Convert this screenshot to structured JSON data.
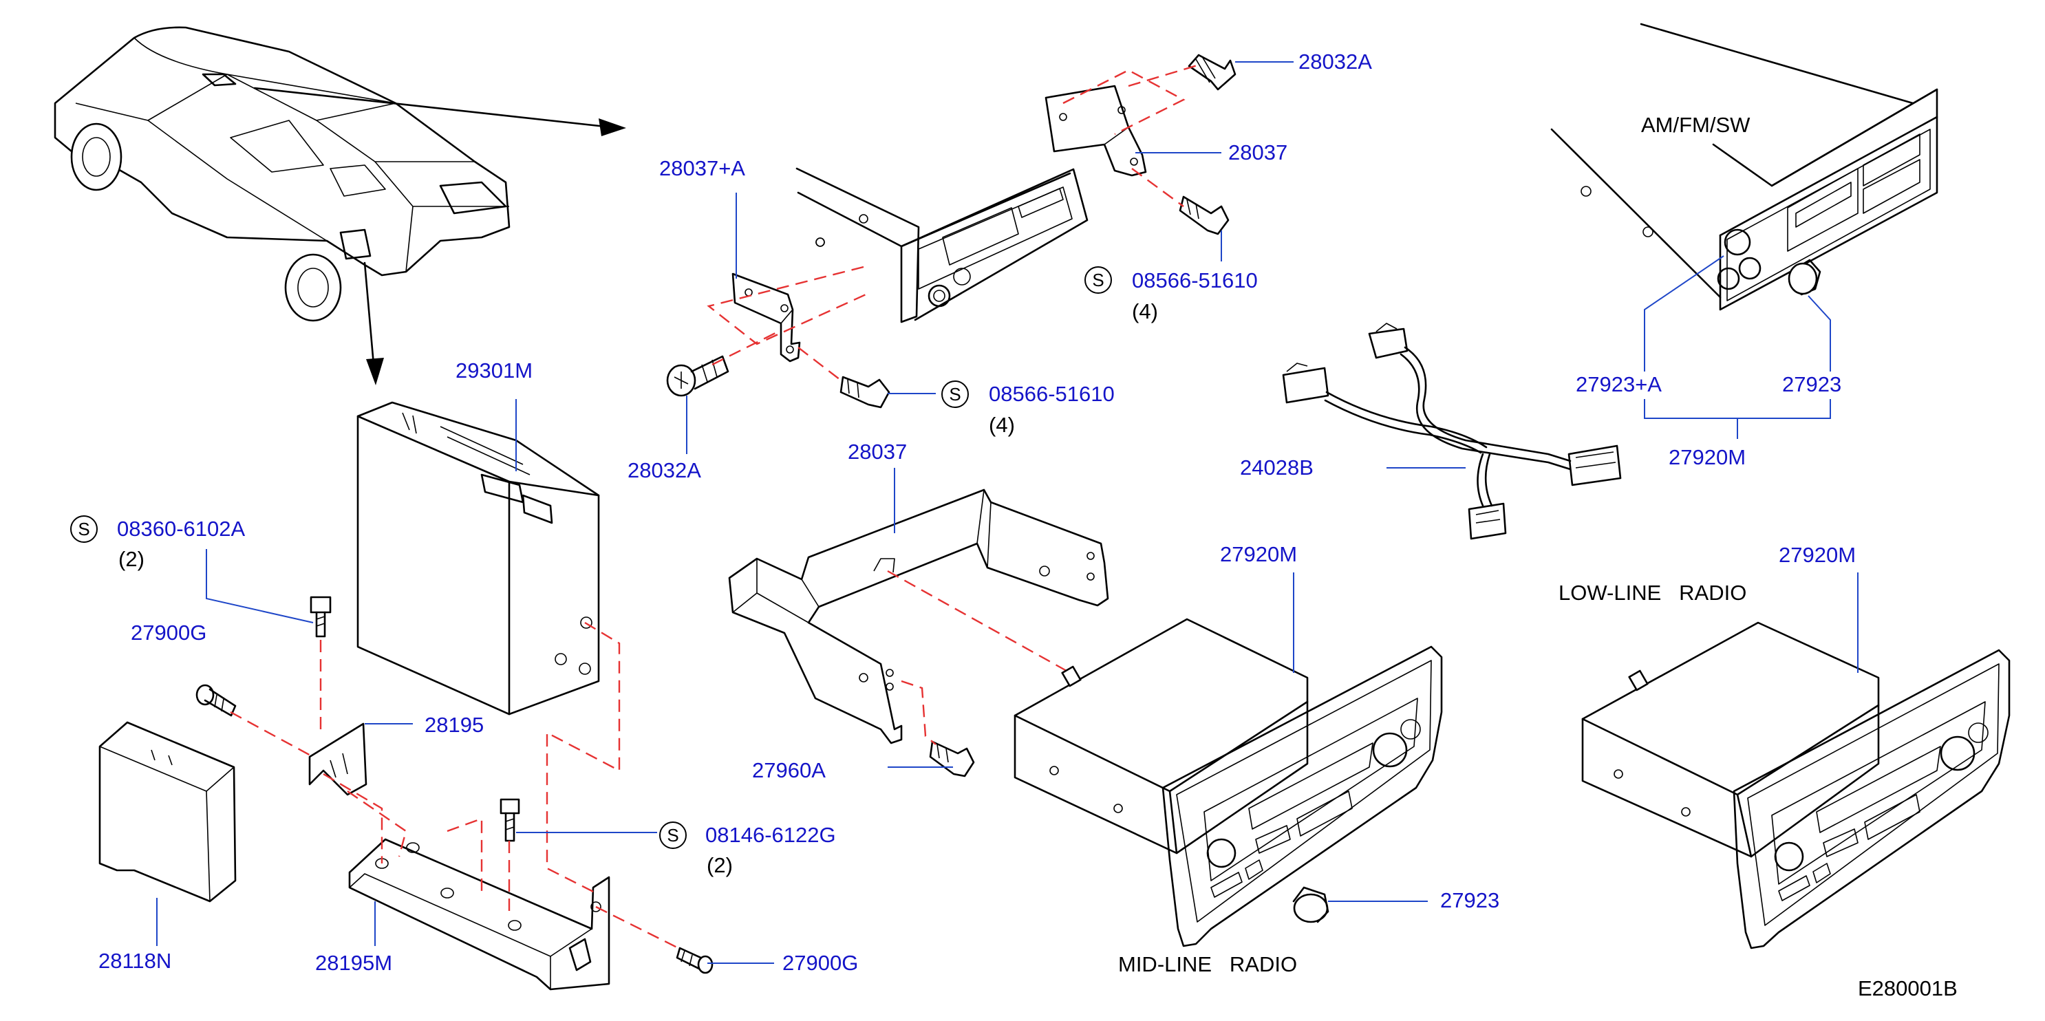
{
  "diagram_id": "E280001B",
  "callouts": {
    "c28032A_top": "28032A",
    "c28037_top": "28037",
    "c28037A": "28037+A",
    "c08566_top": "08566-51610",
    "c08566_top_qty": "(4)",
    "c08566_mid": "08566-51610",
    "c08566_mid_qty": "(4)",
    "c28032A_bottom": "28032A",
    "c29301M": "29301M",
    "c08360": "08360-6102A",
    "c08360_qty": "(2)",
    "c27900G_left": "27900G",
    "c28195": "28195",
    "c28118N": "28118N",
    "c28195M": "28195M",
    "c08146": "08146-6122G",
    "c08146_qty": "(2)",
    "c27900G_bottom": "27900G",
    "c28037_bracket": "28037",
    "c27960A": "27960A",
    "c24028B": "24028B",
    "c27923A": "27923+A",
    "c27923_top": "27923",
    "c27920M_top": "27920M",
    "c27920M_mid": "27920M",
    "c27920M_right": "27920M",
    "c27923_bottom": "27923"
  },
  "labels": {
    "amfmsw": "AM/FM/SW",
    "lowline": "LOW-LINE   RADIO",
    "midline": "MID-LINE   RADIO",
    "s": "S"
  },
  "colors": {
    "part_number": "#1414c8",
    "leader_line": "#1e46c8",
    "dashed_guide": "#e63232",
    "drawing": "#000000"
  }
}
